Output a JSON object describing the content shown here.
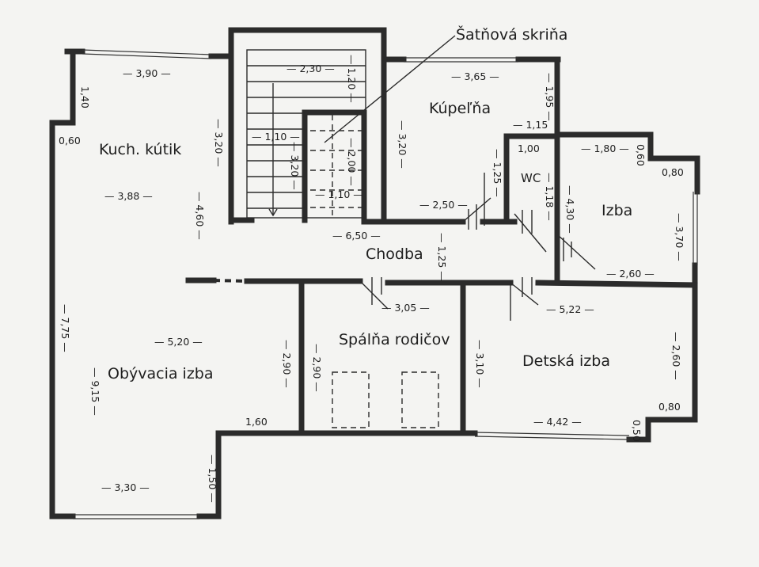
{
  "colors": {
    "paper": "#f4f4f2",
    "ink": "#2b2b2b"
  },
  "labels": {
    "satnova_skrina": "Šatňová skriňa",
    "kuch_kutik": "Kuch. kútik",
    "kupelna": "Kúpeľňa",
    "wc": "WC",
    "izba": "Izba",
    "chodba": "Chodba",
    "spalna": "Spálňa rodičov",
    "detska": "Detská izba",
    "obyvacia": "Obývacia izba"
  },
  "dims": {
    "d_390": "— 3,90 —",
    "d_140": "1,40",
    "d_060": "0,60",
    "d_230": "— 2,30 —",
    "d_120": "— 1,20 —",
    "d_320a": "— 3,20 —",
    "d_110a": "— 1,10 —",
    "d_320b": "— 3,20 —",
    "d_200": "— 2,00 —",
    "d_110b": "— 1,10 —",
    "d_320c": "— 3,20 —",
    "d_365": "— 3,65 —",
    "d_195": "— 1,95 —",
    "d_115": "— 1,15",
    "d_100": "1,00",
    "d_180": "— 1,80 —",
    "d_060b": "0,60",
    "d_080a": "0,80",
    "d_125a": "— 1,25 —",
    "d_118": "— 1,18 —",
    "d_430": "— 4,30 —",
    "d_370": "— 3,70 —",
    "d_388": "— 3,88 —",
    "d_460": "— 4,60 —",
    "d_250": "— 2,50 —",
    "d_650": "— 6,50 —",
    "d_125b": "— 1,25 —",
    "d_260a": "— 2,60 —",
    "d_775": "— 7,75 —",
    "d_305": "— 3,05 —",
    "d_522": "— 5,22 —",
    "d_520": "— 5,20 —",
    "d_290a": "— 2,90 —",
    "d_290b": "— 2,90 —",
    "d_310": "— 3,10 —",
    "d_260b": "— 2,60 —",
    "d_915": "— 9,15 —",
    "d_160": "1,60",
    "d_442": "— 4,42 —",
    "d_080b": "0,80",
    "d_050": "0,50",
    "d_150": "— 1,50 —",
    "d_330": "— 3,30 —"
  }
}
